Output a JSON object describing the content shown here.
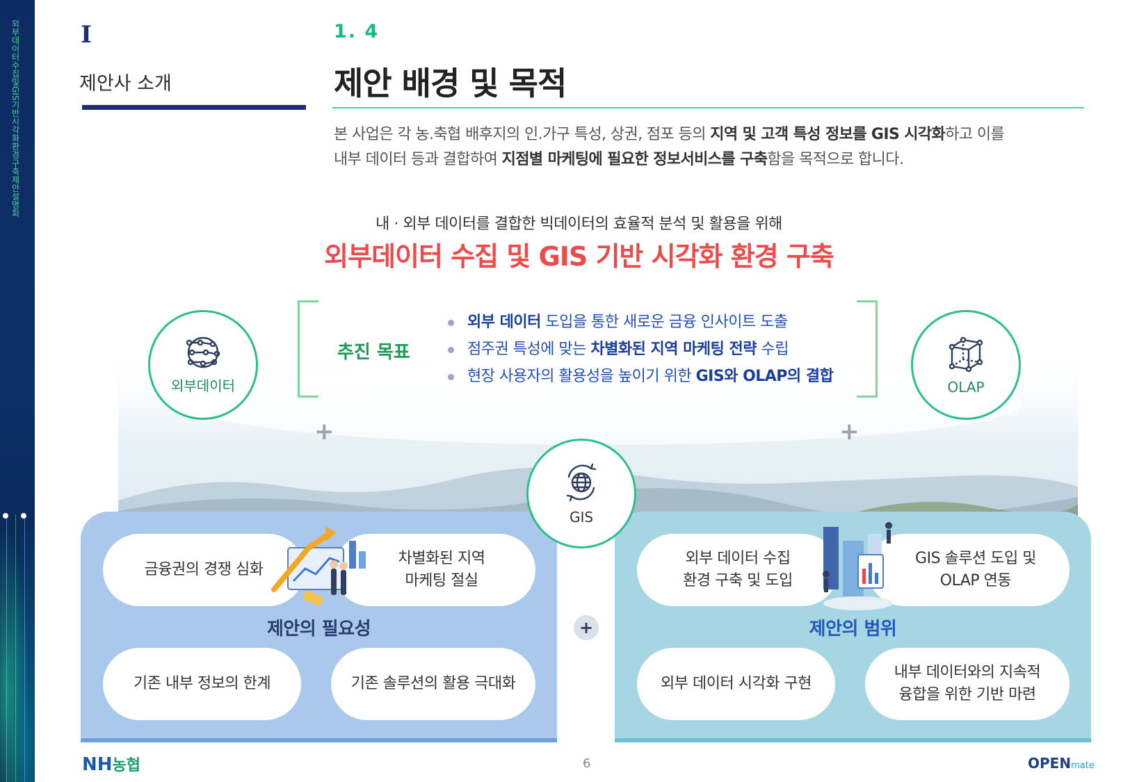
{
  "side": {
    "text": "외부데이터수집및GIS기반시각화환경구축제안설명회"
  },
  "chapter": {
    "num": "I",
    "title": "제안사 소개"
  },
  "section": {
    "num": "1. 4",
    "title": "제안 배경 및 목적"
  },
  "intro": {
    "line1_a": "본 사업은 각 농.축협 배후지의 인.가구 특성, 상권, 점포 등의 ",
    "line1_b": "지역 및 고객 특성 정보를 GIS 시각화",
    "line1_c": "하고 이를",
    "line2_a": "내부 데이터 등과 결합하여 ",
    "line2_b": "지점별 마케팅에 필요한 정보서비스를 구축",
    "line2_c": "함을 목적으로 합니다."
  },
  "tagline": {
    "sub": "내 · 외부 데이터를 결합한 빅데이터의 효율적 분석 및 활용을 위해",
    "main": "외부데이터 수집 및 GIS 기반  시각화 환경 구축"
  },
  "circles": {
    "external": "외부데이터",
    "olap": "OLAP",
    "gis": "GIS"
  },
  "goals": {
    "title": "추진 목표",
    "items": [
      {
        "bold": "외부 데이터",
        "rest": " 도입을 통한 새로운  금융 인사이트 도출",
        "bold_first": true
      },
      {
        "pre": "점주권 특성에 맞는 ",
        "bold": "차별화된 지역 마케팅 전략",
        "post": " 수립"
      },
      {
        "pre": "현장 사용자의 활용성을 높이기 위한 ",
        "bold": "GIS와 OLAP의 결합",
        "post": ""
      }
    ]
  },
  "need": {
    "title": "제안의 필요성",
    "pill1": "금융권의 경쟁 심화",
    "pill2_l1": "차별화된 지역",
    "pill2_l2": "마케팅 절실",
    "pill3": "기존 내부 정보의 한계",
    "pill4": "기존 솔루션의 활용 극대화"
  },
  "scope": {
    "title": "제안의 범위",
    "pill1_l1": "외부 데이터 수집",
    "pill1_l2": "환경 구축 및  도입",
    "pill2_l1": "GIS 솔루션 도입 및",
    "pill2_l2": "OLAP 연동",
    "pill3": "외부 데이터 시각화 구현",
    "pill4_l1": "내부 데이터와의 지속적",
    "pill4_l2": "융합을 위한 기반 마련"
  },
  "footer": {
    "logo_nh": "NH",
    "logo_kr": "농협",
    "page": "6",
    "brand_a": "OPEN",
    "brand_b": "mate"
  },
  "colors": {
    "navy": "#1d2f72",
    "green": "#1bb58a",
    "red": "#ee4a4a",
    "blue_text": "#2350b8"
  }
}
